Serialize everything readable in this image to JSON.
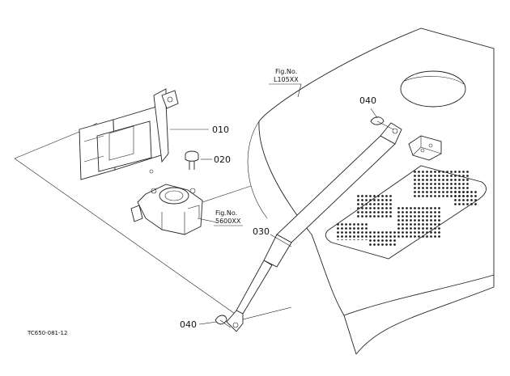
{
  "diagram": {
    "callouts": [
      {
        "id": "010",
        "text": "010"
      },
      {
        "id": "020",
        "text": "020"
      },
      {
        "id": "030",
        "text": "030"
      },
      {
        "id": "040a",
        "text": "040"
      },
      {
        "id": "040b",
        "text": "040"
      }
    ],
    "refs": {
      "hood": {
        "line1": "Fig.No.",
        "line2": "L105XX"
      },
      "pump": {
        "line1": "Fig.No.",
        "line2": "5600XX"
      }
    },
    "drawing_code": "TC650-081-12"
  }
}
